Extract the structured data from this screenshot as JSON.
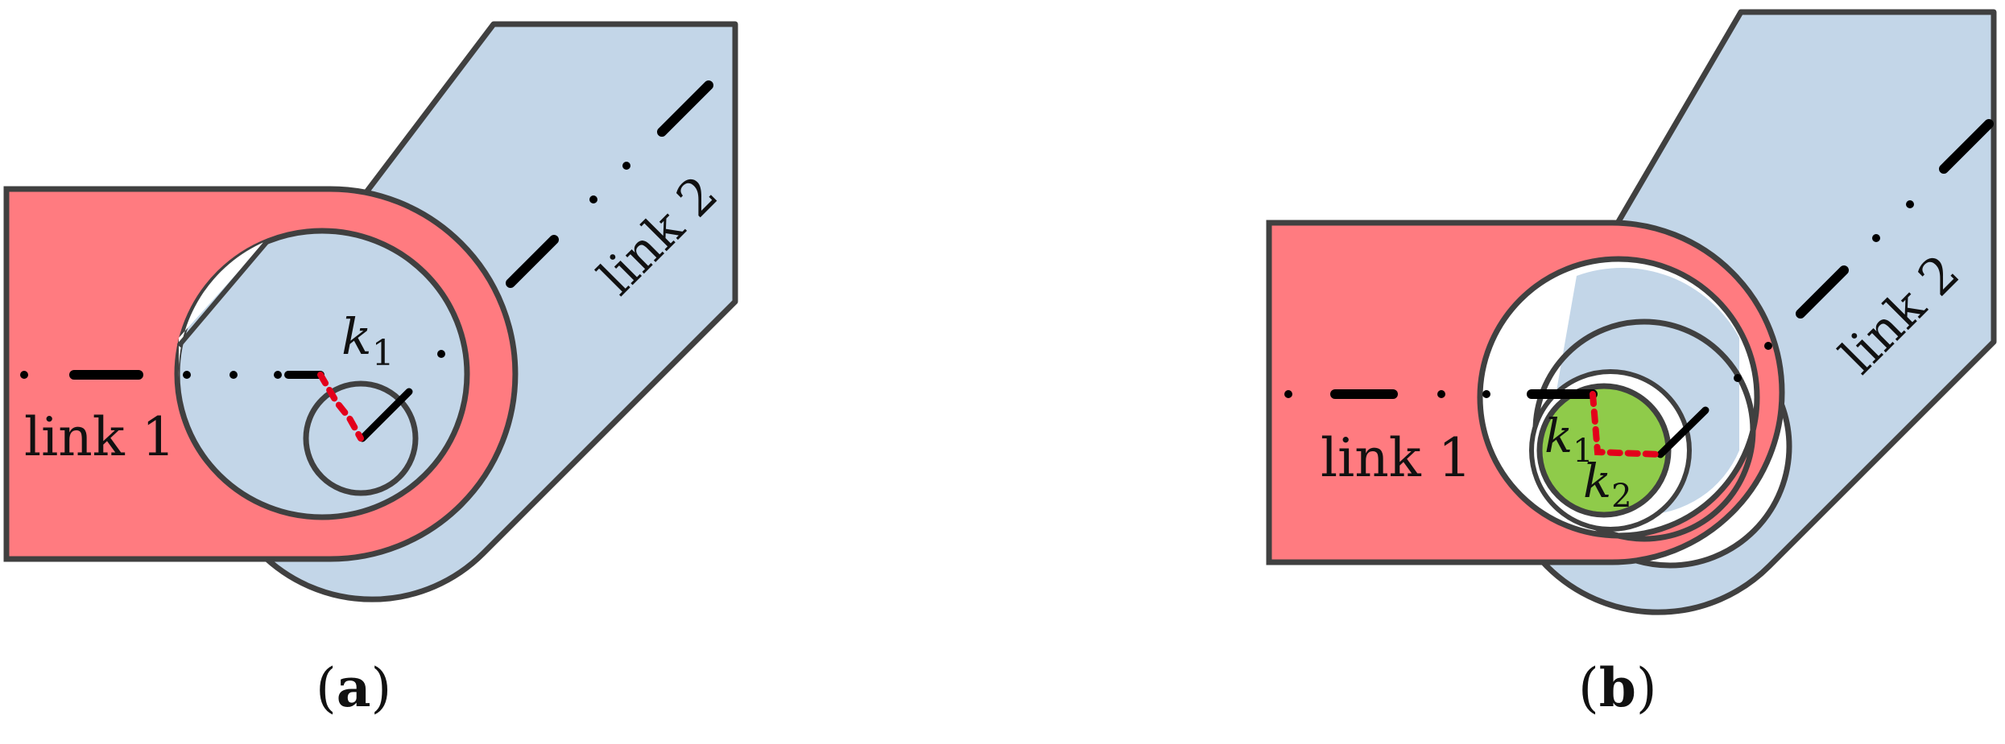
{
  "panel_a": {
    "link1_label": "link 1",
    "link2_label": "link 2",
    "k1_main": "k",
    "k1_sub": "1",
    "caption_open": "(",
    "caption_letter": "a",
    "caption_close": ")"
  },
  "panel_b": {
    "link1_label": "link 1",
    "link2_label": "link 2",
    "k1_main": "k",
    "k1_sub": "1",
    "k2_main": "k",
    "k2_sub": "2",
    "caption_open": "(",
    "caption_letter": "b",
    "caption_close": ")"
  },
  "colors": {
    "link1_fill": "#FF7B80",
    "link2_fill": "#C3D6E8",
    "outline": "#404040",
    "joint_fill": "#8FCB4A",
    "constraint_line": "#E3001B",
    "axis_line": "#000000"
  }
}
